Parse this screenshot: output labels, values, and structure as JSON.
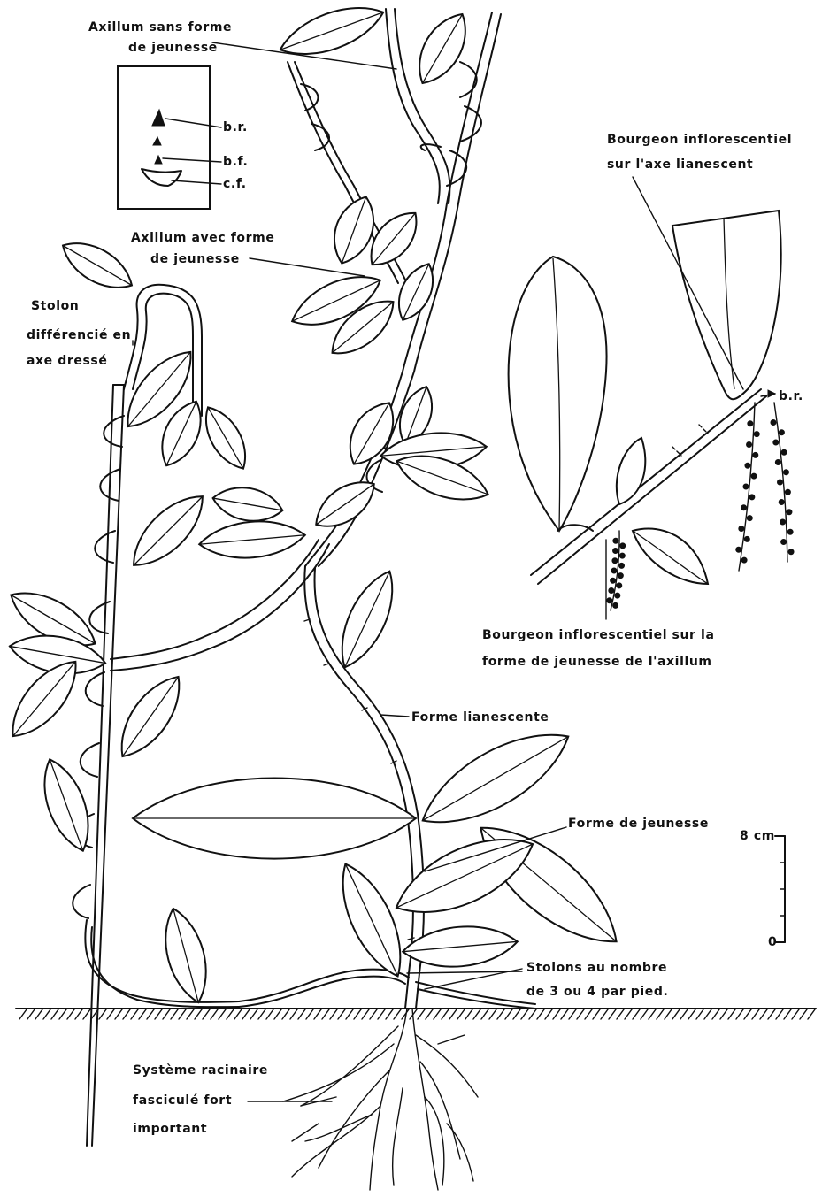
{
  "labels": {
    "axillum_sans_1": "Axillum sans forme",
    "axillum_sans_2": "de jeunesse",
    "br_inset": "b.r.",
    "bf_inset": "b.f.",
    "cf_inset": "c.f.",
    "axillum_avec_1": "Axillum avec forme",
    "axillum_avec_2": "de jeunesse",
    "stolon_1": "Stolon",
    "stolon_2": "différencié en",
    "stolon_3": "axe dressé",
    "bourgeon_lian_1": "Bourgeon inflorescentiel",
    "bourgeon_lian_2": "sur l'axe lianescent",
    "br_detail": "b.r.",
    "bourgeon_jeun_1": "Bourgeon inflorescentiel sur la",
    "bourgeon_jeun_2": "forme de jeunesse de l'axillum",
    "forme_lianescente": "Forme lianescente",
    "forme_jeunesse": "Forme de jeunesse",
    "stolons_1": "Stolons au nombre",
    "stolons_2": "de 3 ou 4 par pied.",
    "racine_1": "Système racinaire",
    "racine_2": "fasciculé fort",
    "racine_3": "important"
  },
  "scale": {
    "top_label": "8 cm",
    "bottom_label": "0"
  }
}
